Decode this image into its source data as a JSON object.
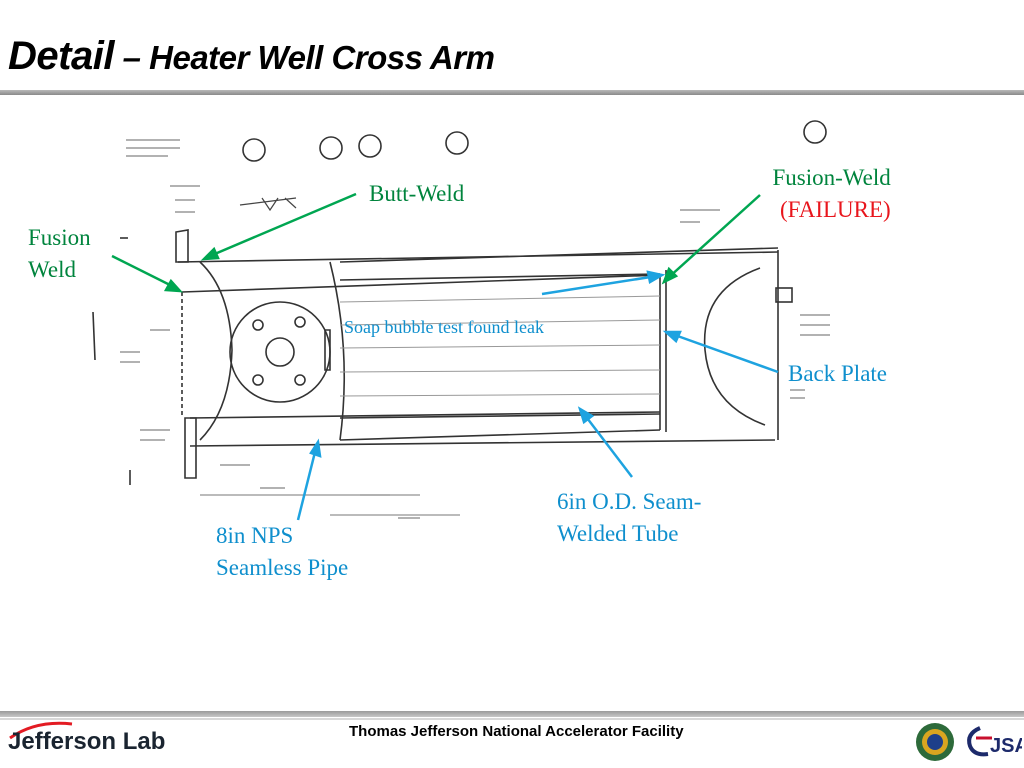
{
  "slide": {
    "title_main": "Detail",
    "title_dash": " – ",
    "title_rest": "Heater Well Cross Arm"
  },
  "labels": {
    "fusion_weld": [
      "Fusion",
      "Weld"
    ],
    "butt_weld": "Butt-Weld",
    "fusion_weld_failure": [
      "Fusion-Weld",
      "(FAILURE)"
    ],
    "soap_bubble": "Soap bubble test found leak",
    "back_plate": "Back Plate",
    "seam_welded_tube": [
      "6in O.D. Seam-",
      "Welded Tube"
    ],
    "nps_pipe": [
      "8in NPS",
      "Seamless Pipe"
    ]
  },
  "footer": {
    "logo_text": "Jefferson Lab",
    "facility": "Thomas Jefferson National Accelerator Facility",
    "partner_logo": "JSA"
  },
  "colors": {
    "green_label": "#00843d",
    "blue_label": "#0f8fcd",
    "failure_red": "#e8151c"
  }
}
